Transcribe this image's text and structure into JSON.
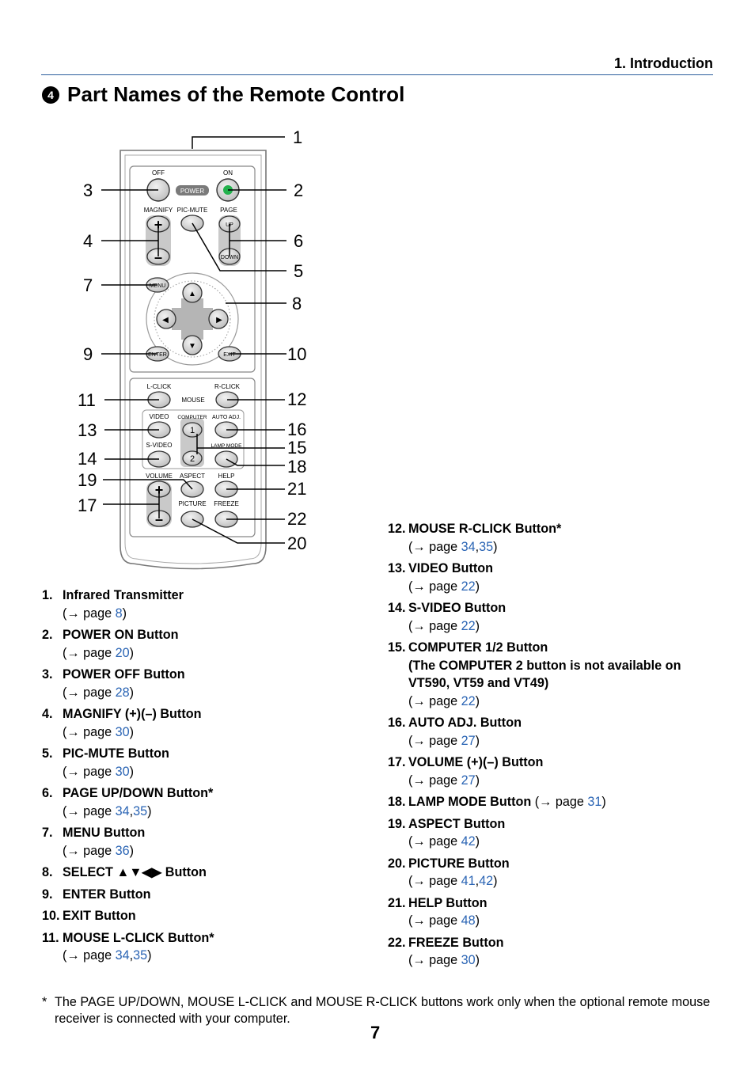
{
  "header": {
    "chapter": "1. Introduction"
  },
  "section": {
    "number": "4",
    "title": "Part Names of the Remote Control"
  },
  "remote": {
    "labels": {
      "off": "OFF",
      "on": "ON",
      "power": "POWER",
      "magnify": "MAGNIFY",
      "pic_mute": "PIC-MUTE",
      "page": "PAGE",
      "plus": "+",
      "minus": "–",
      "up": "UP",
      "down": "DOWN",
      "menu": "MENU",
      "enter": "ENTER",
      "exit": "EXIT",
      "up_arrow": "▲",
      "down_arrow": "▼",
      "left_arrow": "◀",
      "right_arrow": "▶",
      "l_click": "L-CLICK",
      "r_click": "R-CLICK",
      "mouse": "MOUSE",
      "video": "VIDEO",
      "computer": "COMPUTER",
      "auto_adj": "AUTO ADJ.",
      "s_video": "S-VIDEO",
      "lamp_mode": "LAMP MODE",
      "one": "1",
      "two": "2",
      "volume": "VOLUME",
      "aspect": "ASPECT",
      "help": "HELP",
      "picture": "PICTURE",
      "freeze": "FREEZE"
    },
    "callouts": {
      "c1": "1",
      "c2": "2",
      "c3": "3",
      "c4": "4",
      "c5": "5",
      "c6": "6",
      "c7": "7",
      "c8": "8",
      "c9": "9",
      "c10": "10",
      "c11": "11",
      "c12": "12",
      "c13": "13",
      "c14": "14",
      "c15": "15",
      "c16": "16",
      "c17": "17",
      "c18": "18",
      "c19": "19",
      "c20": "20",
      "c21": "21",
      "c22": "22"
    }
  },
  "items_left": [
    {
      "num": "1.",
      "name": "Infrared Transmitter",
      "ref_prefix": "(→ page ",
      "link1": "8",
      "sep": "",
      "link2": "",
      "ref_suffix": ")"
    },
    {
      "num": "2.",
      "name": "POWER ON Button",
      "ref_prefix": "(→ page ",
      "link1": "20",
      "sep": "",
      "link2": "",
      "ref_suffix": ")"
    },
    {
      "num": "3.",
      "name": "POWER OFF Button",
      "ref_prefix": "(→ page ",
      "link1": "28",
      "sep": "",
      "link2": "",
      "ref_suffix": ")"
    },
    {
      "num": "4.",
      "name": "MAGNIFY (+)(–) Button",
      "ref_prefix": "(→ page ",
      "link1": "30",
      "sep": "",
      "link2": "",
      "ref_suffix": ")"
    },
    {
      "num": "5.",
      "name": "PIC-MUTE Button",
      "ref_prefix": "(→ page ",
      "link1": "30",
      "sep": "",
      "link2": "",
      "ref_suffix": ")"
    },
    {
      "num": "6.",
      "name": "PAGE UP/DOWN Button*",
      "ref_prefix": "(→ page ",
      "link1": "34",
      "sep": ",",
      "link2": "35",
      "ref_suffix": ")"
    },
    {
      "num": "7.",
      "name": "MENU Button",
      "ref_prefix": "(→ page ",
      "link1": "36",
      "sep": "",
      "link2": "",
      "ref_suffix": ")"
    },
    {
      "num": "8.",
      "name": "SELECT ▲▼◀▶ Button"
    },
    {
      "num": "9.",
      "name": "ENTER Button"
    },
    {
      "num": "10.",
      "name": "EXIT Button"
    },
    {
      "num": "11.",
      "name": "MOUSE L-CLICK Button*",
      "ref_prefix": "(→ page ",
      "link1": "34",
      "sep": ",",
      "link2": "35",
      "ref_suffix": ")"
    }
  ],
  "items_right": [
    {
      "num": "12.",
      "name": "MOUSE R-CLICK Button*",
      "ref_prefix": "(→ page ",
      "link1": "34",
      "sep": ",",
      "link2": "35",
      "ref_suffix": ")"
    },
    {
      "num": "13.",
      "name": "VIDEO Button",
      "ref_prefix": "(→ page ",
      "link1": "22",
      "sep": "",
      "link2": "",
      "ref_suffix": ")"
    },
    {
      "num": "14.",
      "name": "S-VIDEO Button",
      "ref_prefix": "(→ page ",
      "link1": "22",
      "sep": "",
      "link2": "",
      "ref_suffix": ")"
    },
    {
      "num": "15.",
      "name": "COMPUTER 1/2 Button",
      "note": "(The COMPUTER 2 button is not available on VT590, VT59 and VT49)",
      "ref_prefix": "(→ page ",
      "link1": "22",
      "sep": "",
      "link2": "",
      "ref_suffix": ")"
    },
    {
      "num": "16.",
      "name": "AUTO ADJ. Button",
      "ref_prefix": "(→ page ",
      "link1": "27",
      "sep": "",
      "link2": "",
      "ref_suffix": ")"
    },
    {
      "num": "17.",
      "name": "VOLUME (+)(–) Button",
      "ref_prefix": "(→ page ",
      "link1": "27",
      "sep": "",
      "link2": "",
      "ref_suffix": ")"
    },
    {
      "num": "18.",
      "name": "LAMP MODE Button",
      "ref_prefix": "(→ page ",
      "link1": "31",
      "sep": "",
      "link2": "",
      "ref_suffix": ")"
    },
    {
      "num": "19.",
      "name": "ASPECT Button",
      "ref_prefix": "(→ page ",
      "link1": "42",
      "sep": "",
      "link2": "",
      "ref_suffix": ")"
    },
    {
      "num": "20.",
      "name": "PICTURE Button",
      "ref_prefix": "(→ page ",
      "link1": "41",
      "sep": ",",
      "link2": "42",
      "ref_suffix": ")"
    },
    {
      "num": "21.",
      "name": "HELP Button",
      "ref_prefix": "(→ page ",
      "link1": "48",
      "sep": "",
      "link2": "",
      "ref_suffix": ")"
    },
    {
      "num": "22.",
      "name": "FREEZE Button",
      "ref_prefix": "(→ page ",
      "link1": "30",
      "sep": "",
      "link2": "",
      "ref_suffix": ")"
    }
  ],
  "footnote": {
    "star": "*",
    "text": "The PAGE UP/DOWN, MOUSE L-CLICK and MOUSE R-CLICK buttons work only when the optional remote mouse receiver is connected with your computer."
  },
  "page_number": "7",
  "colors": {
    "link": "#2a64b4",
    "rule": "#2b5d9c",
    "power_on_led": "#22b14c"
  }
}
